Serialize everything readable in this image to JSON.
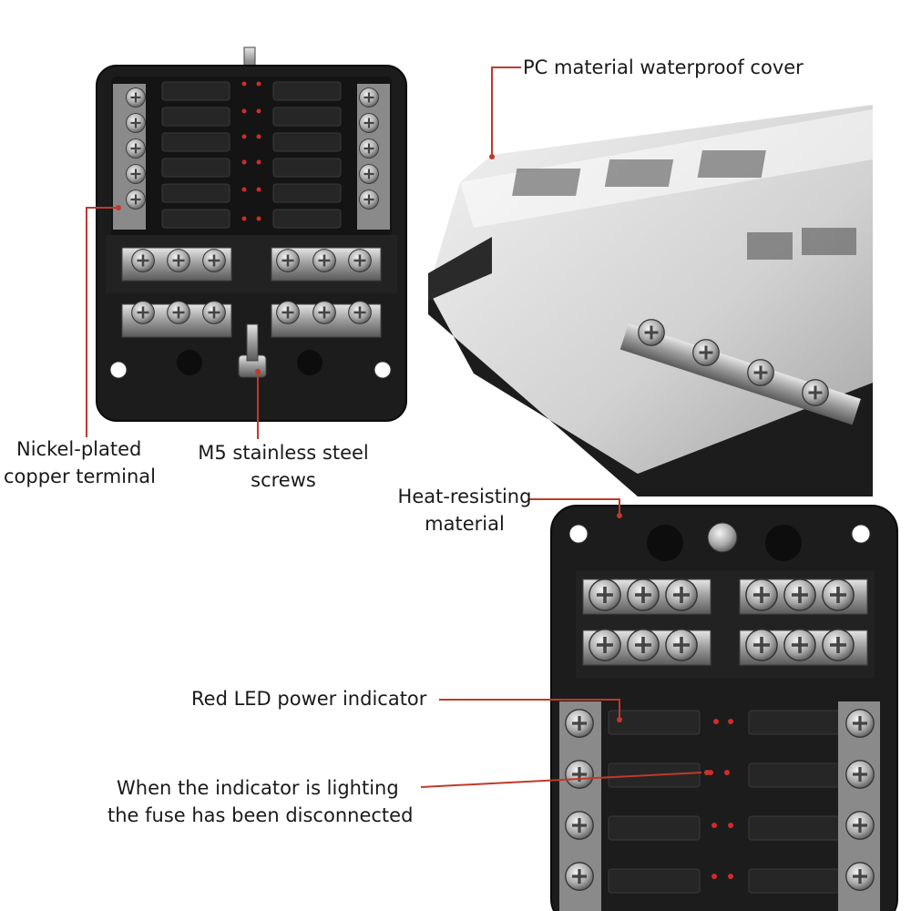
{
  "labels": {
    "pc_cover": "PC material waterproof cover",
    "nickel_line1": "Nickel-plated",
    "nickel_line2": "copper terminal",
    "m5_line1": "M5 stainless steel",
    "m5_line2": "screws",
    "heat_line1": "Heat-resisting",
    "heat_line2": "material",
    "red_led": "Red LED power indicator",
    "lighting_line1": "When the indicator is lighting",
    "lighting_line2": "the fuse has been disconnected"
  },
  "colors": {
    "callout": "#c0392b",
    "housing": "#1c1c1c",
    "steel": "#b8b8b8",
    "led": "#d22b2b",
    "cover": "#d9d9d9"
  }
}
